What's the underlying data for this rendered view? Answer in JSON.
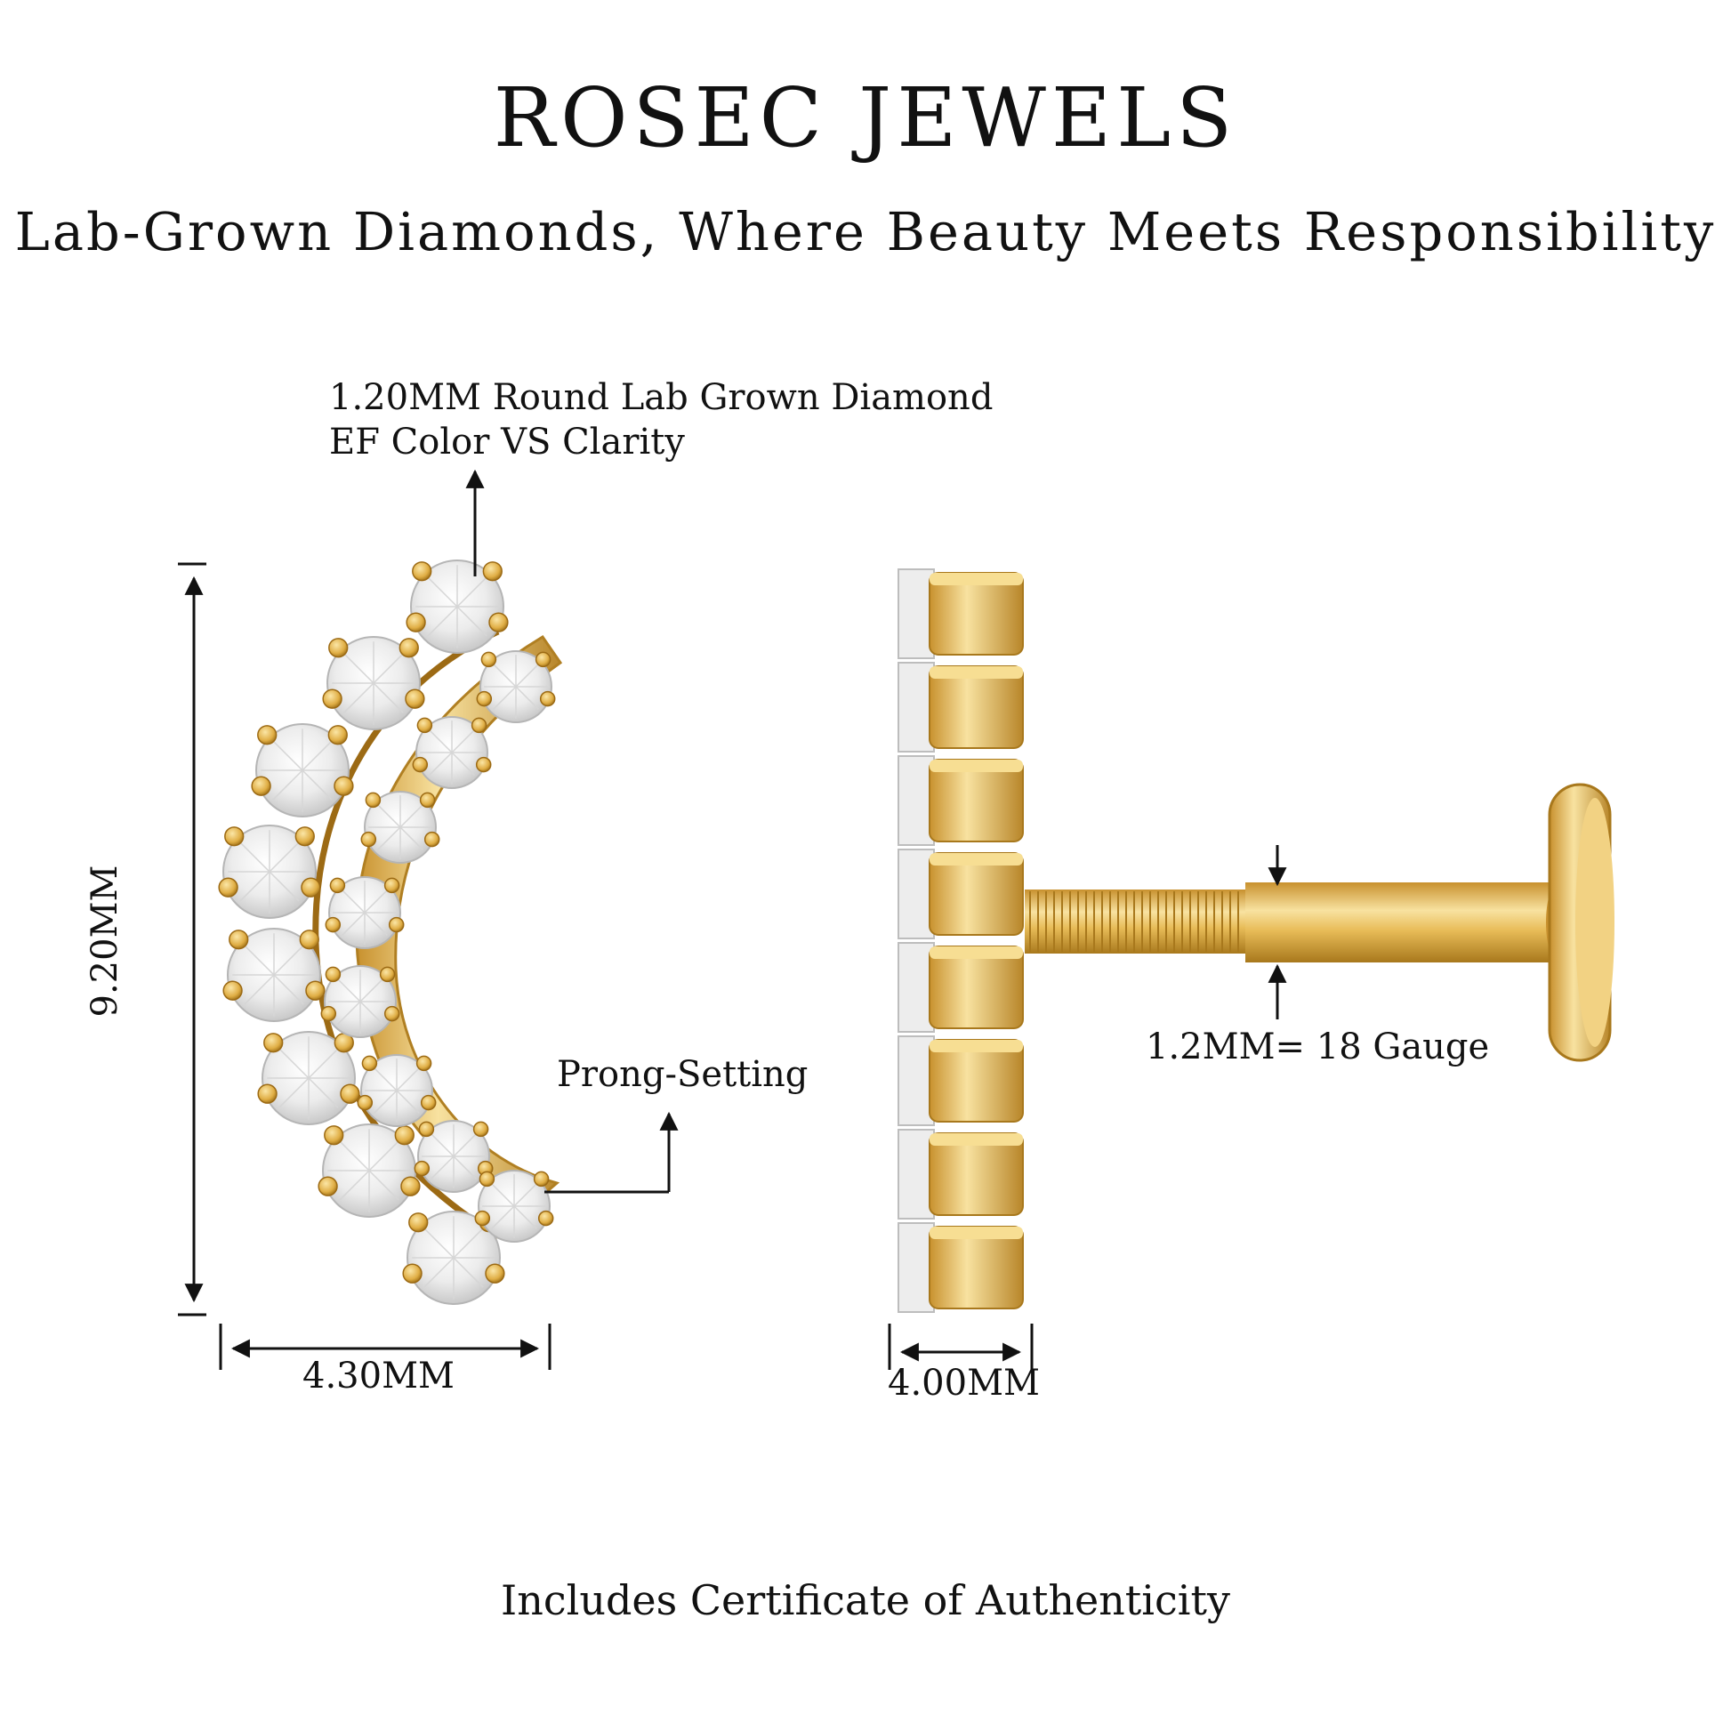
{
  "brand": {
    "title": "ROSEC JEWELS",
    "tagline": "Lab-Grown Diamonds, Where Beauty Meets Responsibility"
  },
  "labels": {
    "stone_size": "1.20MM Round Lab Grown Diamond",
    "stone_grade": "EF Color VS Clarity",
    "setting": "Prong-Setting",
    "gauge": "1.2MM=  18 Gauge"
  },
  "dimensions": {
    "height": "9.20MM",
    "front_width": "4.30MM",
    "side_width": "4.00MM"
  },
  "footer": "Includes Certificate of Authenticity",
  "colors": {
    "gold": "#E3B44F",
    "gold_dark": "#B07F22",
    "gold_light": "#F7DE93",
    "diamond": "#F4F4F4",
    "line": "#111111"
  }
}
